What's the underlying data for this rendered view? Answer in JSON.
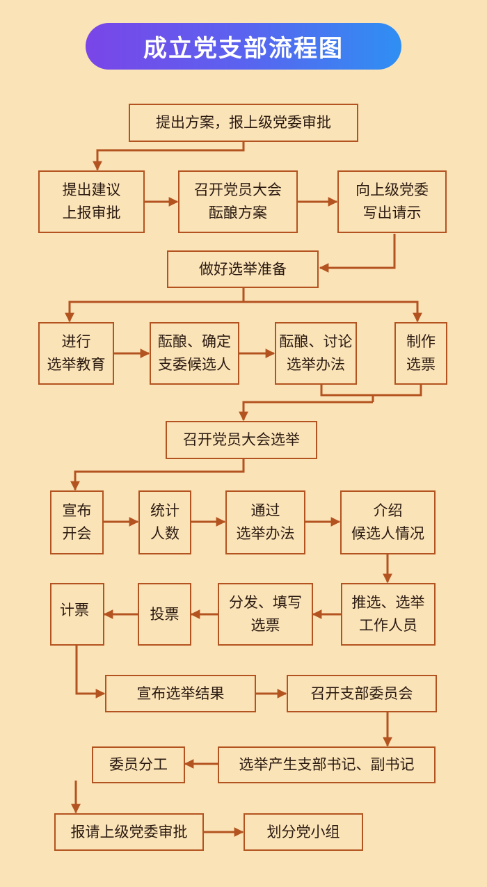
{
  "title": "成立党支部流程图",
  "colors": {
    "arrow": "#b3531f",
    "border": "#b3531f",
    "background": "#fbe3b8"
  },
  "nodes": {
    "proposal": [
      "提出方案，报上级党委审批"
    ],
    "suggest": [
      "提出建议",
      "上报审批"
    ],
    "assembly1": [
      "召开党员大会",
      "酝酿方案"
    ],
    "request": [
      "向上级党委",
      "写出请示"
    ],
    "prepare": [
      "做好选举准备"
    ],
    "education": [
      "进行",
      "选举教育"
    ],
    "candidates": [
      "酝酿、确定",
      "支委候选人"
    ],
    "method": [
      "酝酿、讨论",
      "选举办法"
    ],
    "ballots_make": [
      "制作",
      "选票"
    ],
    "assembly2": [
      "召开党员大会选举"
    ],
    "open": [
      "宣布",
      "开会"
    ],
    "count_people": [
      "统计",
      "人数"
    ],
    "pass_method": [
      "通过",
      "选举办法"
    ],
    "intro": [
      "介绍",
      "候选人情况"
    ],
    "staff": [
      "推选、选举",
      "工作人员"
    ],
    "distribute": [
      "分发、填写",
      "选票"
    ],
    "vote": [
      "投票"
    ],
    "tally": [
      "计票"
    ],
    "announce": [
      "宣布选举结果"
    ],
    "committee_meeting": [
      "召开支部委员会"
    ],
    "elect_secretary": [
      "选举产生支部书记、副书记"
    ],
    "division": [
      "委员分工"
    ],
    "report": [
      "报请上级党委审批"
    ],
    "groups": [
      "划分党小组"
    ]
  }
}
